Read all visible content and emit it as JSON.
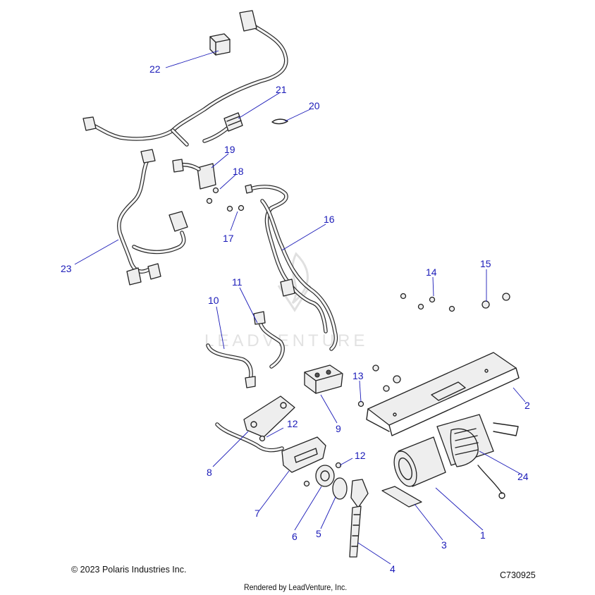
{
  "callouts": {
    "c1": "1",
    "c2": "2",
    "c3": "3",
    "c4": "4",
    "c5": "5",
    "c6": "6",
    "c7": "7",
    "c8": "8",
    "c9": "9",
    "c10": "10",
    "c11": "11",
    "c12a": "12",
    "c12b": "12",
    "c13": "13",
    "c14": "14",
    "c15": "15",
    "c16": "16",
    "c17": "17",
    "c18": "18",
    "c19": "19",
    "c20": "20",
    "c21": "21",
    "c22": "22",
    "c23": "23",
    "c24": "24"
  },
  "watermark": "LEADVENTURE",
  "footer": {
    "copyright": "© 2023 Polaris Industries Inc.",
    "drawing_id": "C730925",
    "rendered_by": "Rendered by LeadVenture, Inc."
  },
  "colors": {
    "callout": "#1a1ab8",
    "line_art": "#222222",
    "watermark": "#d0d0d0"
  }
}
